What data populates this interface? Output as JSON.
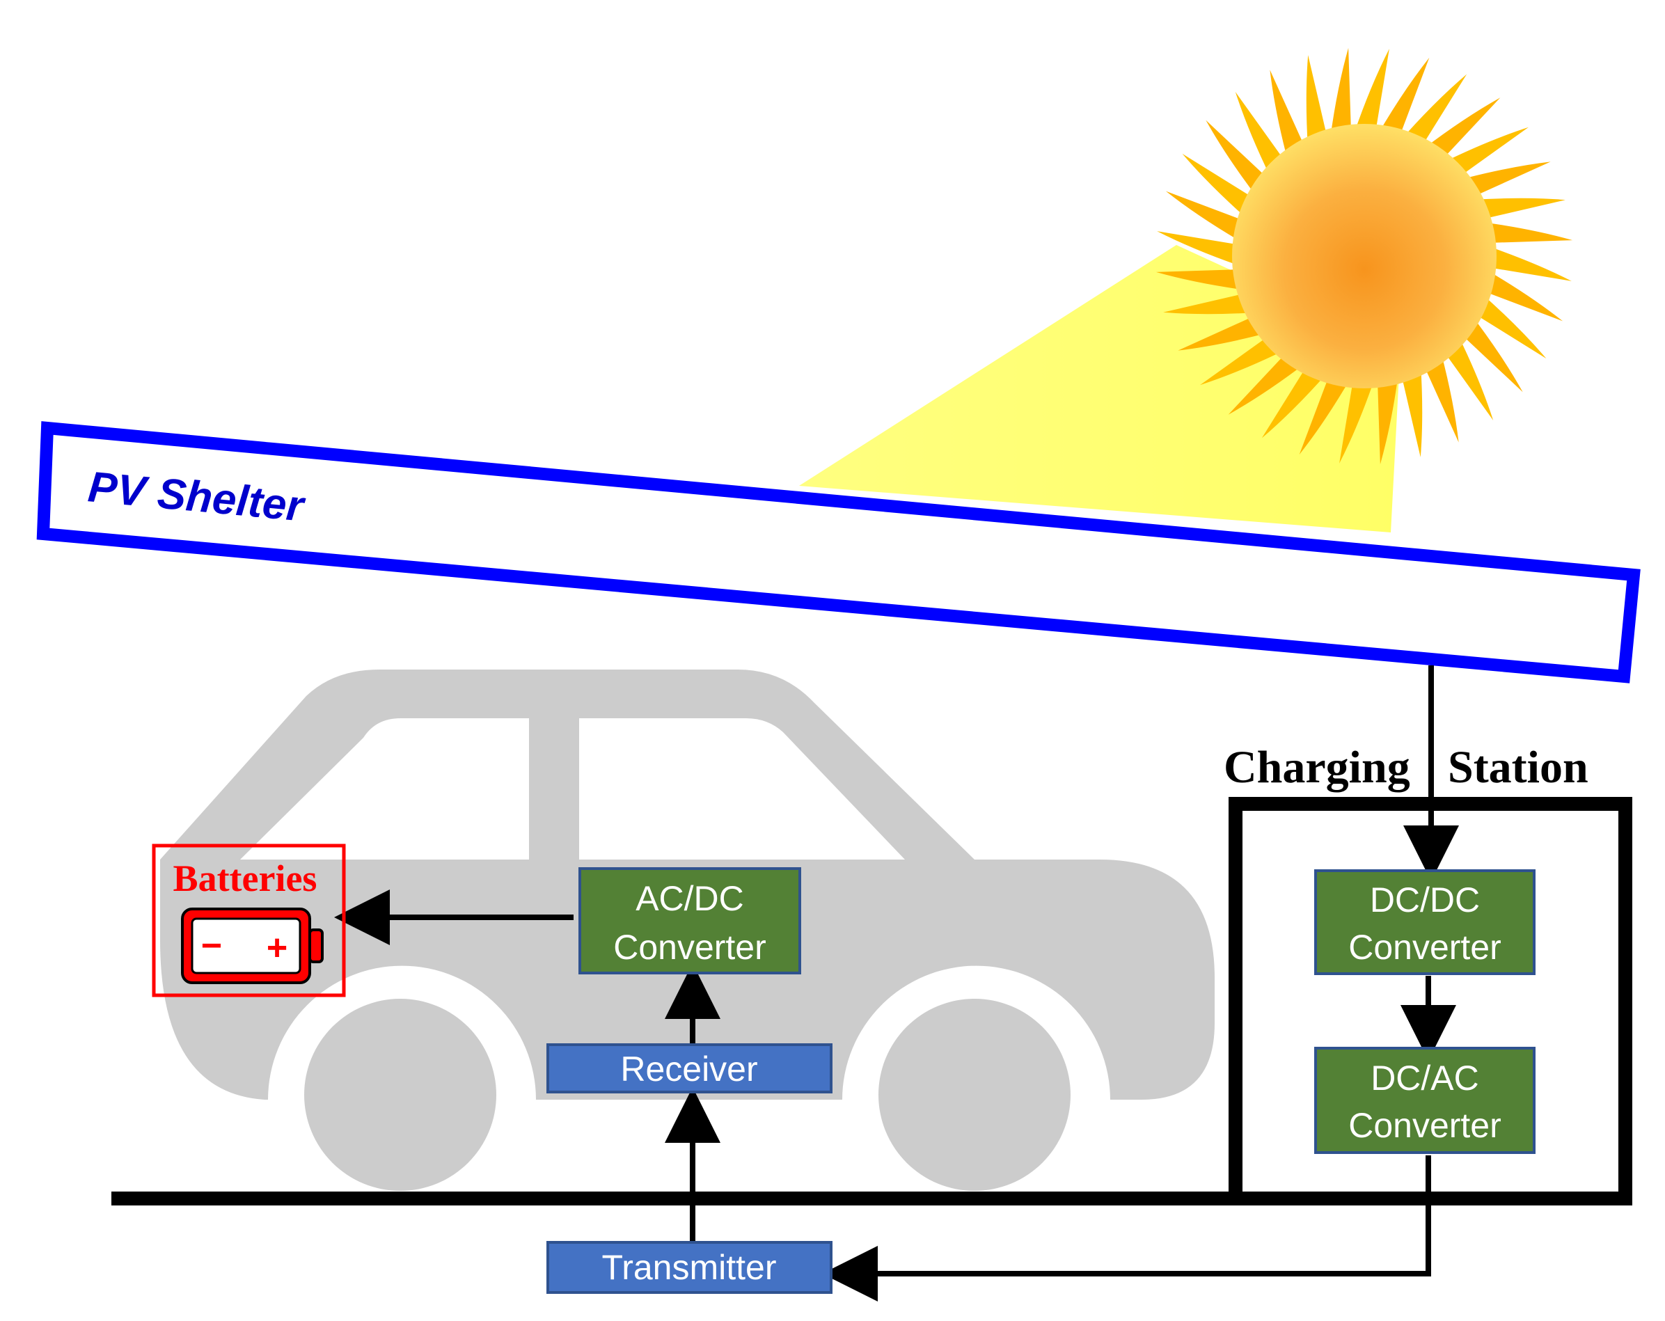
{
  "pv_shelter": {
    "label": "PV Shelter"
  },
  "charging_station": {
    "label_left": "Charging",
    "label_right": "Station"
  },
  "batteries": {
    "label": "Batteries",
    "minus": "−",
    "plus": "+"
  },
  "blocks": {
    "acdc": {
      "line1": "AC/DC",
      "line2": "Converter"
    },
    "dcdc": {
      "line1": "DC/DC",
      "line2": "Converter"
    },
    "dcac": {
      "line1": "DC/AC",
      "line2": "Converter"
    },
    "receiver": {
      "label": "Receiver"
    },
    "transmitter": {
      "label": "Transmitter"
    }
  },
  "colors": {
    "shelter_border": "#0000ff",
    "converter_fill": "#538135",
    "coil_fill": "#4472c4",
    "block_border": "#2f528f",
    "battery_red": "#ff0000",
    "car_gray": "#cccccc",
    "sun_center": "#f7941d",
    "sun_ray": "#ffc000",
    "beam": "#ffff66"
  },
  "icons": {
    "sun": "sun-icon",
    "car": "car-icon",
    "battery": "battery-icon"
  }
}
